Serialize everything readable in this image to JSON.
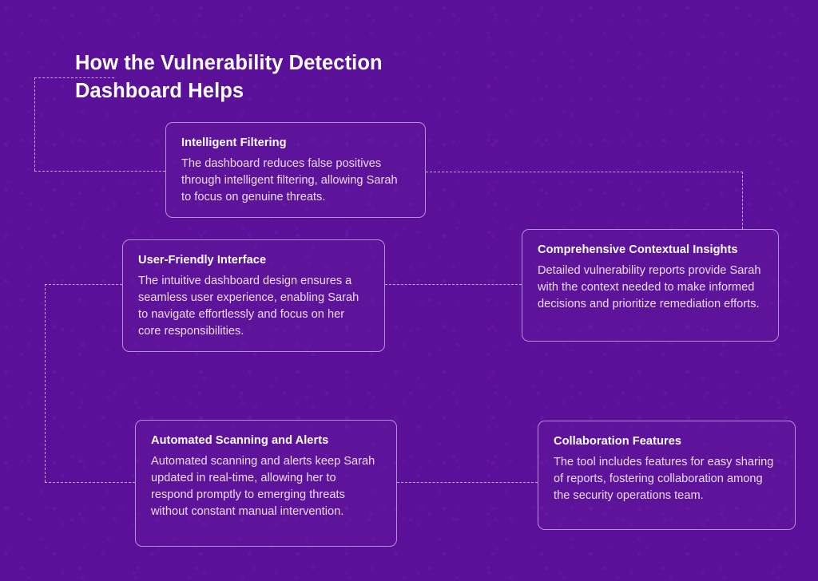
{
  "page": {
    "title": "How the Vulnerability Detection Dashboard Helps",
    "background_color": "#5B1099",
    "card_border_color": "#B48FD6",
    "connector_color": "#C6A3E2",
    "title_color": "#FFFFFF",
    "body_text_color": "#EADCF6"
  },
  "cards": [
    {
      "id": "intelligent-filtering",
      "title": "Intelligent Filtering",
      "body": "The dashboard reduces false positives through intelligent filtering, allowing Sarah to focus on genuine threats."
    },
    {
      "id": "user-friendly-interface",
      "title": "User-Friendly Interface",
      "body": "The intuitive dashboard design ensures a seamless user experience, enabling Sarah to navigate effortlessly and focus on her core responsibilities."
    },
    {
      "id": "comprehensive-contextual-insights",
      "title": "Comprehensive Contextual Insights",
      "body": "Detailed vulnerability reports provide Sarah with the context needed to make informed decisions and prioritize remediation efforts."
    },
    {
      "id": "automated-scanning-and-alerts",
      "title": "Automated Scanning and Alerts",
      "body": "Automated scanning and alerts keep Sarah updated in real-time, allowing her to respond promptly to emerging threats without constant manual intervention."
    },
    {
      "id": "collaboration-features",
      "title": "Collaboration Features",
      "body": "The tool includes features for easy sharing of reports, fostering collaboration among the security operations team."
    }
  ]
}
